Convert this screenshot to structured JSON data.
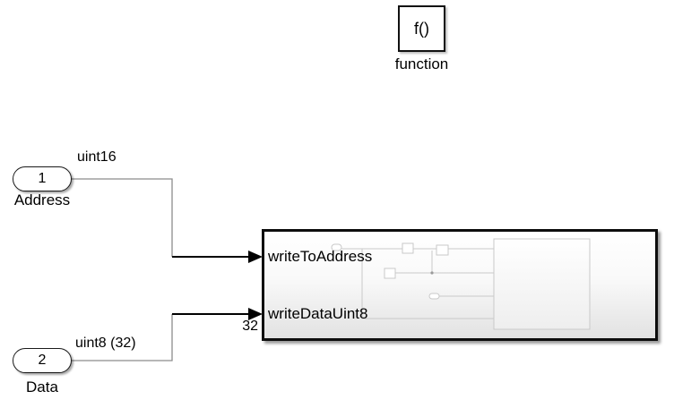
{
  "diagram": {
    "function_block": {
      "text": "f()",
      "label": "function"
    },
    "inports": [
      {
        "number": "1",
        "label": "Address",
        "signal_label": "uint16"
      },
      {
        "number": "2",
        "label": "Data",
        "signal_label": "uint8 (32)"
      }
    ],
    "subsystem": {
      "port_labels": [
        "writeToAddress",
        "writeDataUint8"
      ],
      "width_annotation": "32"
    },
    "colors": {
      "background": "#ffffff",
      "block_border": "#111111",
      "wire_gray": "#8c8c8c",
      "wire_black": "#000000",
      "preview_stroke": "#c9c9c9"
    }
  }
}
